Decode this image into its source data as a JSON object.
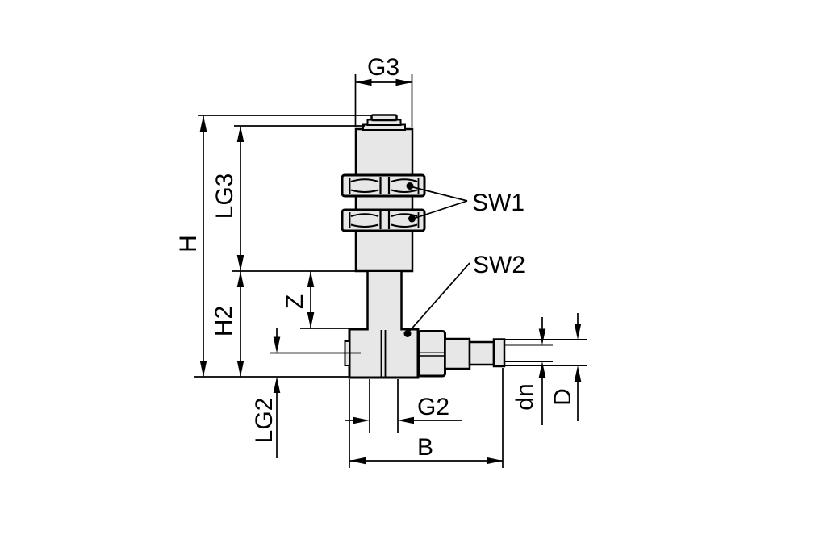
{
  "drawing": {
    "dimension_labels": {
      "g3": "G3",
      "h": "H",
      "lg3": "LG3",
      "h2": "H2",
      "z": "Z",
      "lg2": "LG2",
      "g2": "G2",
      "b": "B",
      "dn": "dn",
      "d": "D"
    },
    "callout_labels": {
      "sw1": "SW1",
      "sw2": "SW2"
    },
    "colors": {
      "background": "#ffffff",
      "part_fill": "#e7e7e7",
      "outline": "#000000"
    }
  }
}
